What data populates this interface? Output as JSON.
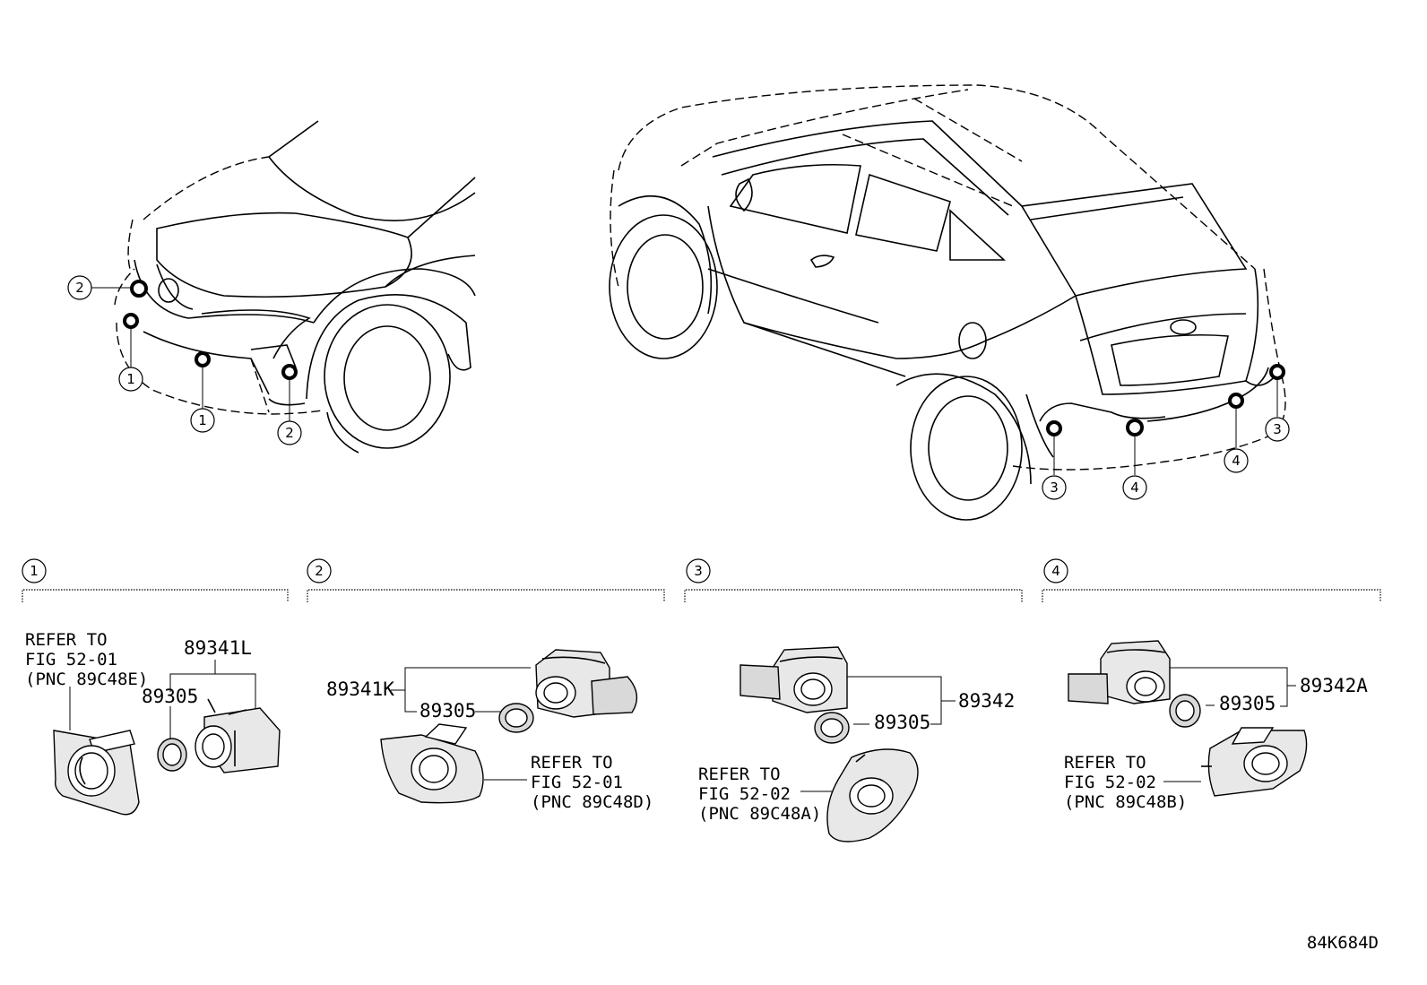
{
  "callouts": {
    "c1": "1",
    "c2": "2",
    "c3": "3",
    "c4": "4"
  },
  "groups": [
    {
      "number": "1",
      "parts": [
        "89341L",
        "89305"
      ],
      "refer": [
        "REFER TO",
        "FIG 52-01",
        "(PNC 89C48E)"
      ]
    },
    {
      "number": "2",
      "parts": [
        "89341K",
        "89305"
      ],
      "refer": [
        "REFER TO",
        "FIG 52-01",
        "(PNC 89C48D)"
      ]
    },
    {
      "number": "3",
      "parts": [
        "89342",
        "89305"
      ],
      "refer": [
        "REFER TO",
        "FIG 52-02",
        "(PNC 89C48A)"
      ]
    },
    {
      "number": "4",
      "parts": [
        "89342A",
        "89305"
      ],
      "refer": [
        "REFER TO",
        "FIG 52-02",
        "(PNC 89C48B)"
      ]
    }
  ],
  "diagram_code": "84K684D"
}
